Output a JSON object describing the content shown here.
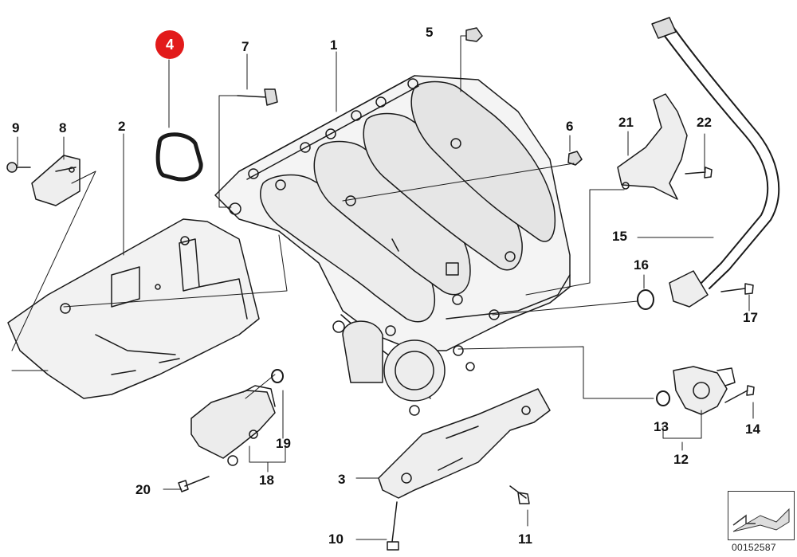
{
  "highlight": {
    "label": "4",
    "color": "#e21a1a"
  },
  "part_labels": [
    "1",
    "2",
    "3",
    "5",
    "6",
    "7",
    "8",
    "9",
    "10",
    "11",
    "12",
    "13",
    "14",
    "15",
    "16",
    "17",
    "18",
    "19",
    "20",
    "21",
    "22"
  ],
  "diagram_id": "00152587",
  "icon": "arrow-icon"
}
